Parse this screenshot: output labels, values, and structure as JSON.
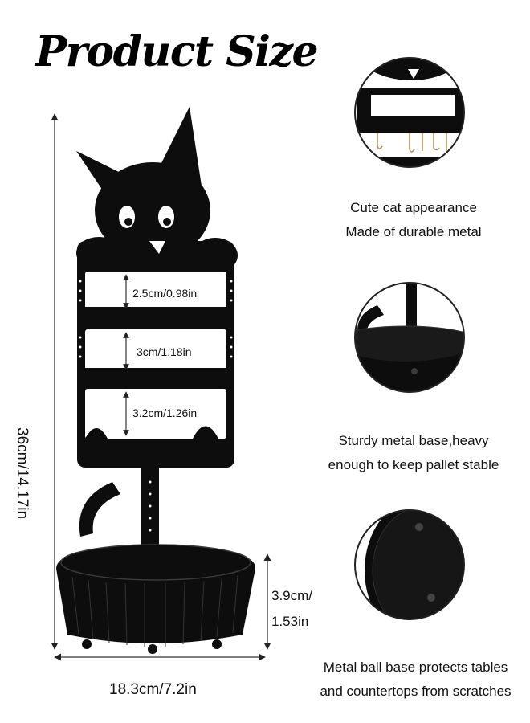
{
  "title": "Product Size",
  "dimensions": {
    "height": "36cm/14.17in",
    "width": "18.3cm/7.2in",
    "base_height_line1": "3.9cm/",
    "base_height_line2": "1.53in",
    "gap_top": "2.5cm/0.98in",
    "gap_middle": "3cm/1.18in",
    "gap_bottom": "3.2cm/1.26in"
  },
  "features": [
    {
      "line1": "Cute cat appearance",
      "line2": "Made of durable metal"
    },
    {
      "line1": "Sturdy metal base,heavy",
      "line2": "enough to keep pallet stable"
    },
    {
      "line1": "Metal ball base protects tables",
      "line2": "and countertops from scratches"
    }
  ],
  "colors": {
    "product": "#0d0d0d",
    "text": "#111111",
    "background": "#ffffff"
  }
}
